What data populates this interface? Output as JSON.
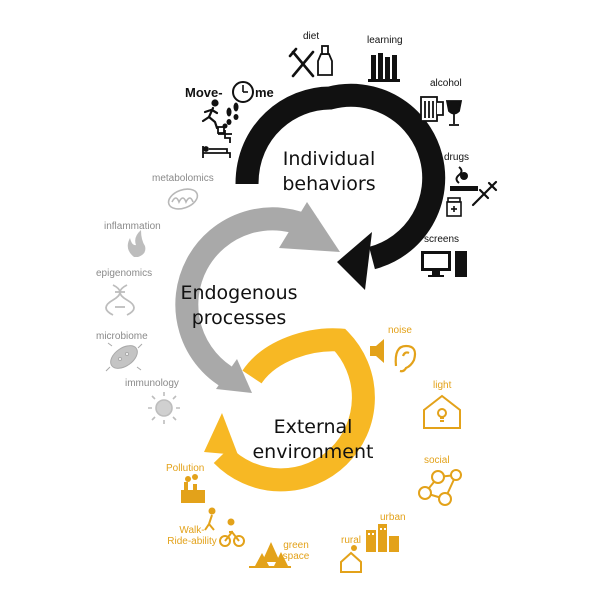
{
  "colors": {
    "black": "#111111",
    "gray": "#a9a9a9",
    "yellow": "#f7b824",
    "label_gray": "#8a8a8a",
    "label_yellow": "#e3a21a"
  },
  "cycles": {
    "individual": {
      "line1": "Individual",
      "line2": "behaviors"
    },
    "endogenous": {
      "line1": "Endogenous",
      "line2": "processes"
    },
    "external": {
      "line1": "External",
      "line2": "environment"
    }
  },
  "behaviors": {
    "move_prefix": "Move-",
    "move_suffix": "me",
    "diet": "diet",
    "learning": "learning",
    "alcohol": "alcohol",
    "drugs": "drugs",
    "screens": "screens"
  },
  "endogenous": {
    "metabolomics": "metabolomics",
    "inflammation": "inflammation",
    "epigenomics": "epigenomics",
    "microbiome": "microbiome",
    "immunology": "immunology"
  },
  "environment": {
    "noise": "noise",
    "light": "light",
    "social": "social",
    "urban": "urban",
    "rural": "rural",
    "green_line1": "green",
    "green_line2": "space",
    "walk_line1": "Walk-",
    "walk_line2": "Ride-ability",
    "pollution": "Pollution"
  },
  "icons": [
    "clock-icon",
    "runner-icon",
    "footprints-icon",
    "desk-worker-icon",
    "bed-icon",
    "fork-knife-icon",
    "bottle-icon",
    "books-icon",
    "beer-icon",
    "wine-glass-icon",
    "smoking-icon",
    "syringe-icon",
    "pill-bottle-icon",
    "computer-icon",
    "mitochondria-icon",
    "flame-icon",
    "dna-icon",
    "bacteria-icon",
    "virus-icon",
    "speaker-icon",
    "ear-icon",
    "house-light-icon",
    "network-icon",
    "buildings-icon",
    "rural-house-icon",
    "trees-icon",
    "walk-bike-icon",
    "factory-icon"
  ]
}
